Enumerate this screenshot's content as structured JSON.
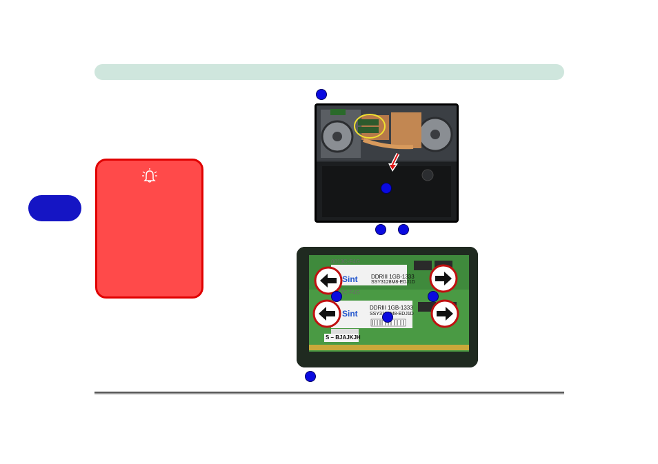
{
  "module_top": {
    "brand": "Sint",
    "spec": "DDRIII 1GB-1333",
    "serial": "SSY3128M8-EDJ1D",
    "part": "0013C-F4G"
  },
  "module_bottom": {
    "brand": "Sint",
    "spec": "DDRIII 1GB-1333",
    "serial": "SSY3128M8-EDJ1D",
    "part": "0013C-F4G",
    "sticker": "S – BJAJKJH"
  },
  "colors": {
    "header_bar": "#cfe6dd",
    "chapter_tab": "#1515c4",
    "warning_fill": "#ff4a4a",
    "warning_border": "#e00000",
    "callout": "#0a0ae0"
  },
  "icons": {
    "warning": "bell-alarm-icon",
    "arrow_left": "arrow-left-icon",
    "arrow_right": "arrow-right-icon"
  }
}
